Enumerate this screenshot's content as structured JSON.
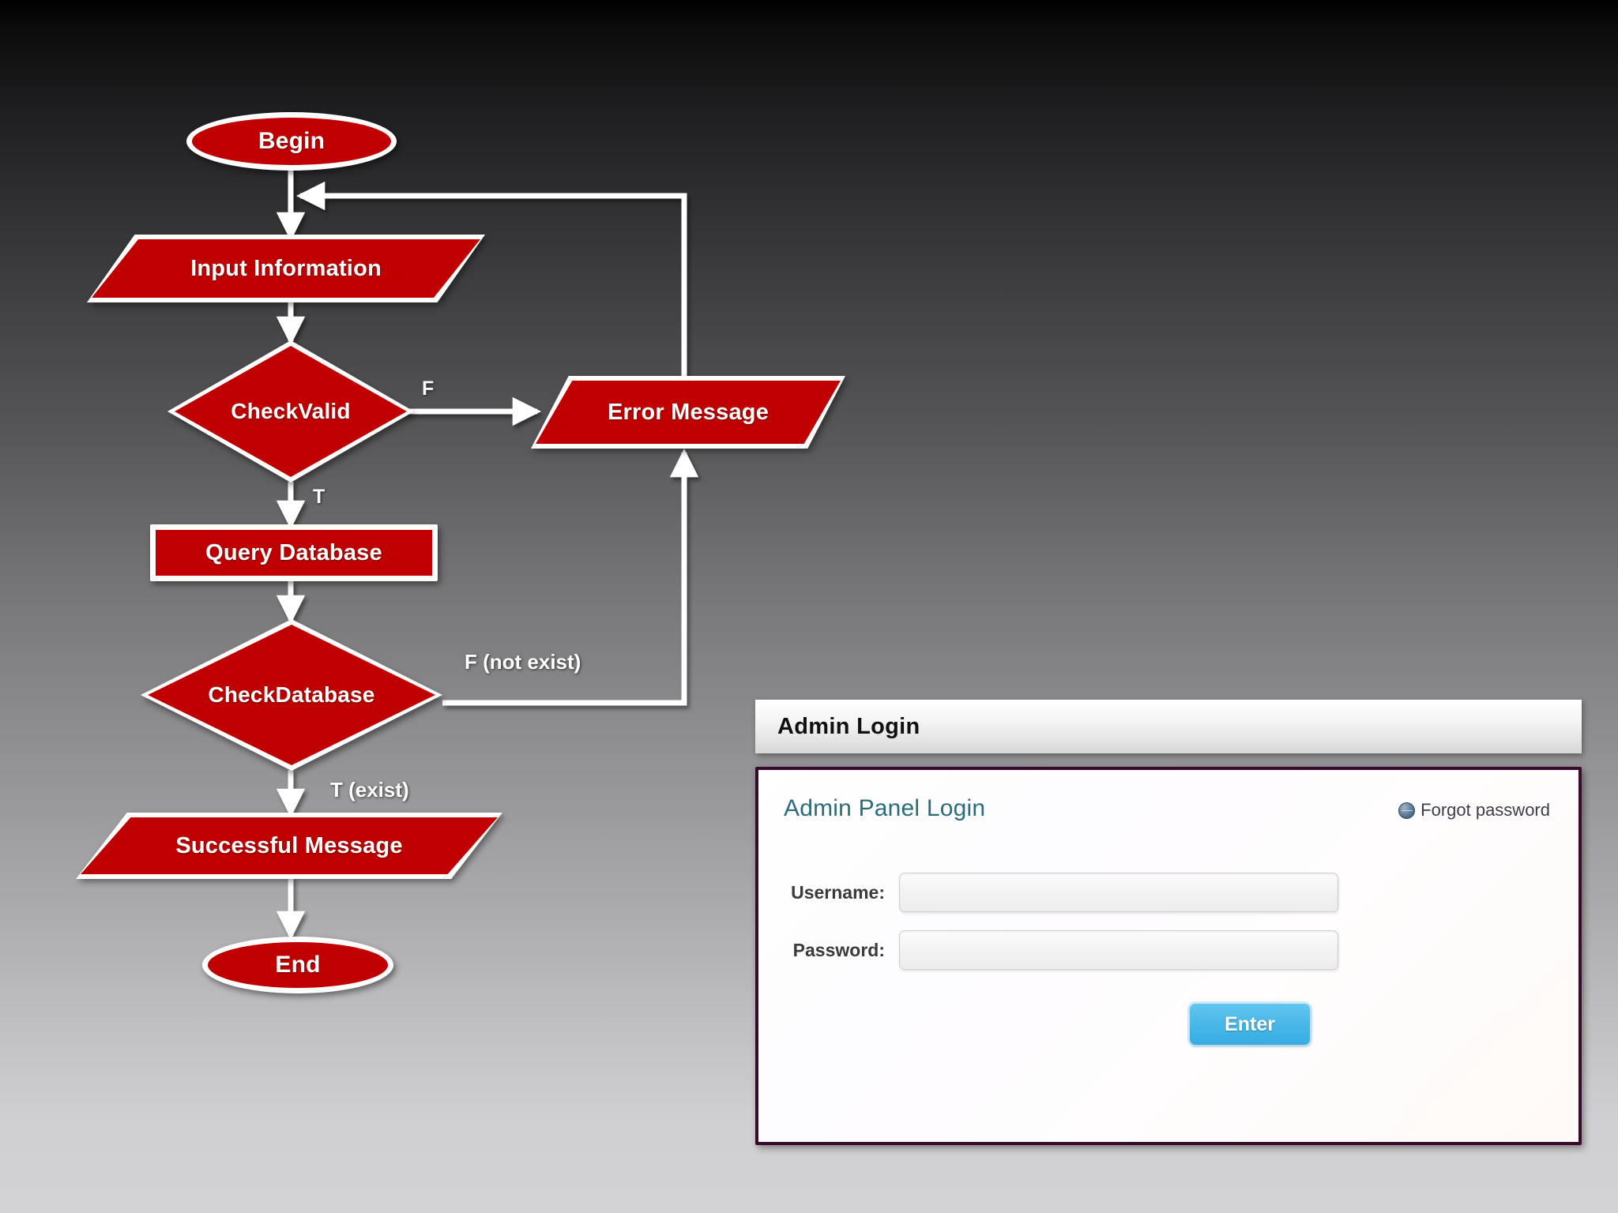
{
  "flowchart": {
    "nodes": [
      {
        "id": "begin",
        "label": "Begin",
        "shape": "terminator"
      },
      {
        "id": "input",
        "label": "Input Information",
        "shape": "io"
      },
      {
        "id": "valid",
        "label": "Check\nValid",
        "shape": "decision"
      },
      {
        "id": "error",
        "label": "Error Message",
        "shape": "io"
      },
      {
        "id": "query",
        "label": "Query Database",
        "shape": "process"
      },
      {
        "id": "db",
        "label": "Check\nDatabase",
        "shape": "decision"
      },
      {
        "id": "success",
        "label": "Successful Message",
        "shape": "io"
      },
      {
        "id": "end",
        "label": "End",
        "shape": "terminator"
      }
    ],
    "edge_labels": {
      "valid_false": "F",
      "valid_true": "T",
      "db_false": "F (not exist)",
      "db_true": "T (exist)"
    },
    "colors": {
      "node_fill": "#C00000",
      "node_border": "#FFFFFF",
      "connector": "#FFFFFF",
      "label_text": "#FFFFFF"
    }
  },
  "admin": {
    "window_title": "Admin Login",
    "panel_heading": "Admin Panel Login",
    "forgot_password": "Forgot password",
    "forgot_icon": "globe-icon",
    "fields": [
      {
        "label": "Username:",
        "value": "",
        "placeholder": "",
        "type": "text"
      },
      {
        "label": "Password:",
        "value": "",
        "placeholder": "",
        "type": "password"
      }
    ],
    "submit_label": "Enter",
    "colors": {
      "heading": "#2B6B7A",
      "panel_border": "#3A0A2C",
      "button": "#4AB8E8"
    }
  }
}
